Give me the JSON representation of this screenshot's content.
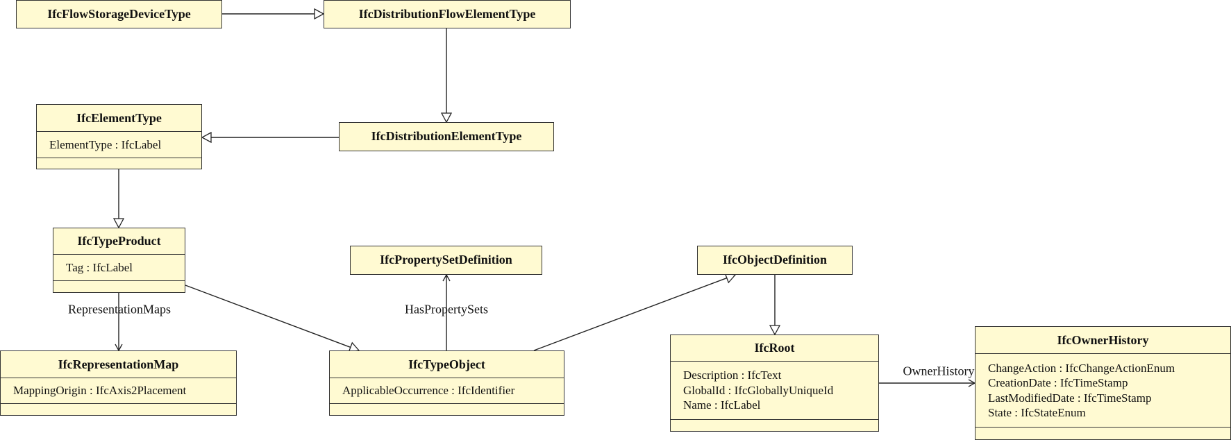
{
  "colors": {
    "class_fill": "#fffad2",
    "border": "#333333"
  },
  "classes": [
    {
      "id": "flowstorage",
      "name": "IfcFlowStorageDeviceType",
      "attributes": []
    },
    {
      "id": "distflow",
      "name": "IfcDistributionFlowElementType",
      "attributes": []
    },
    {
      "id": "elementtype",
      "name": "IfcElementType",
      "attributes": [
        "ElementType : IfcLabel"
      ]
    },
    {
      "id": "distelement",
      "name": "IfcDistributionElementType",
      "attributes": []
    },
    {
      "id": "typeproduct",
      "name": "IfcTypeProduct",
      "attributes": [
        "Tag : IfcLabel"
      ]
    },
    {
      "id": "propset",
      "name": "IfcPropertySetDefinition",
      "attributes": []
    },
    {
      "id": "objdef",
      "name": "IfcObjectDefinition",
      "attributes": []
    },
    {
      "id": "repmap",
      "name": "IfcRepresentationMap",
      "attributes": [
        "MappingOrigin : IfcAxis2Placement"
      ]
    },
    {
      "id": "typeobject",
      "name": "IfcTypeObject",
      "attributes": [
        "ApplicableOccurrence : IfcIdentifier"
      ]
    },
    {
      "id": "root",
      "name": "IfcRoot",
      "attributes": [
        "Description : IfcText",
        "GlobalId : IfcGloballyUniqueId",
        "Name : IfcLabel"
      ]
    },
    {
      "id": "ownerhistory",
      "name": "IfcOwnerHistory",
      "attributes": [
        "ChangeAction : IfcChangeActionEnum",
        "CreationDate : IfcTimeStamp",
        "LastModifiedDate : IfcTimeStamp",
        "State : IfcStateEnum"
      ]
    }
  ],
  "relations": [
    {
      "from": "IfcFlowStorageDeviceType",
      "to": "IfcDistributionFlowElementType",
      "kind": "generalization",
      "label": ""
    },
    {
      "from": "IfcDistributionFlowElementType",
      "to": "IfcDistributionElementType",
      "kind": "generalization",
      "label": ""
    },
    {
      "from": "IfcDistributionElementType",
      "to": "IfcElementType",
      "kind": "generalization",
      "label": ""
    },
    {
      "from": "IfcElementType",
      "to": "IfcTypeProduct",
      "kind": "generalization",
      "label": ""
    },
    {
      "from": "IfcTypeProduct",
      "to": "IfcRepresentationMap",
      "kind": "association",
      "label": "RepresentationMaps"
    },
    {
      "from": "IfcTypeProduct",
      "to": "IfcTypeObject",
      "kind": "generalization",
      "label": ""
    },
    {
      "from": "IfcTypeObject",
      "to": "IfcPropertySetDefinition",
      "kind": "association",
      "label": "HasPropertySets"
    },
    {
      "from": "IfcTypeObject",
      "to": "IfcObjectDefinition",
      "kind": "generalization",
      "label": ""
    },
    {
      "from": "IfcObjectDefinition",
      "to": "IfcRoot",
      "kind": "generalization",
      "label": ""
    },
    {
      "from": "IfcRoot",
      "to": "IfcOwnerHistory",
      "kind": "association",
      "label": "OwnerHistory"
    }
  ]
}
